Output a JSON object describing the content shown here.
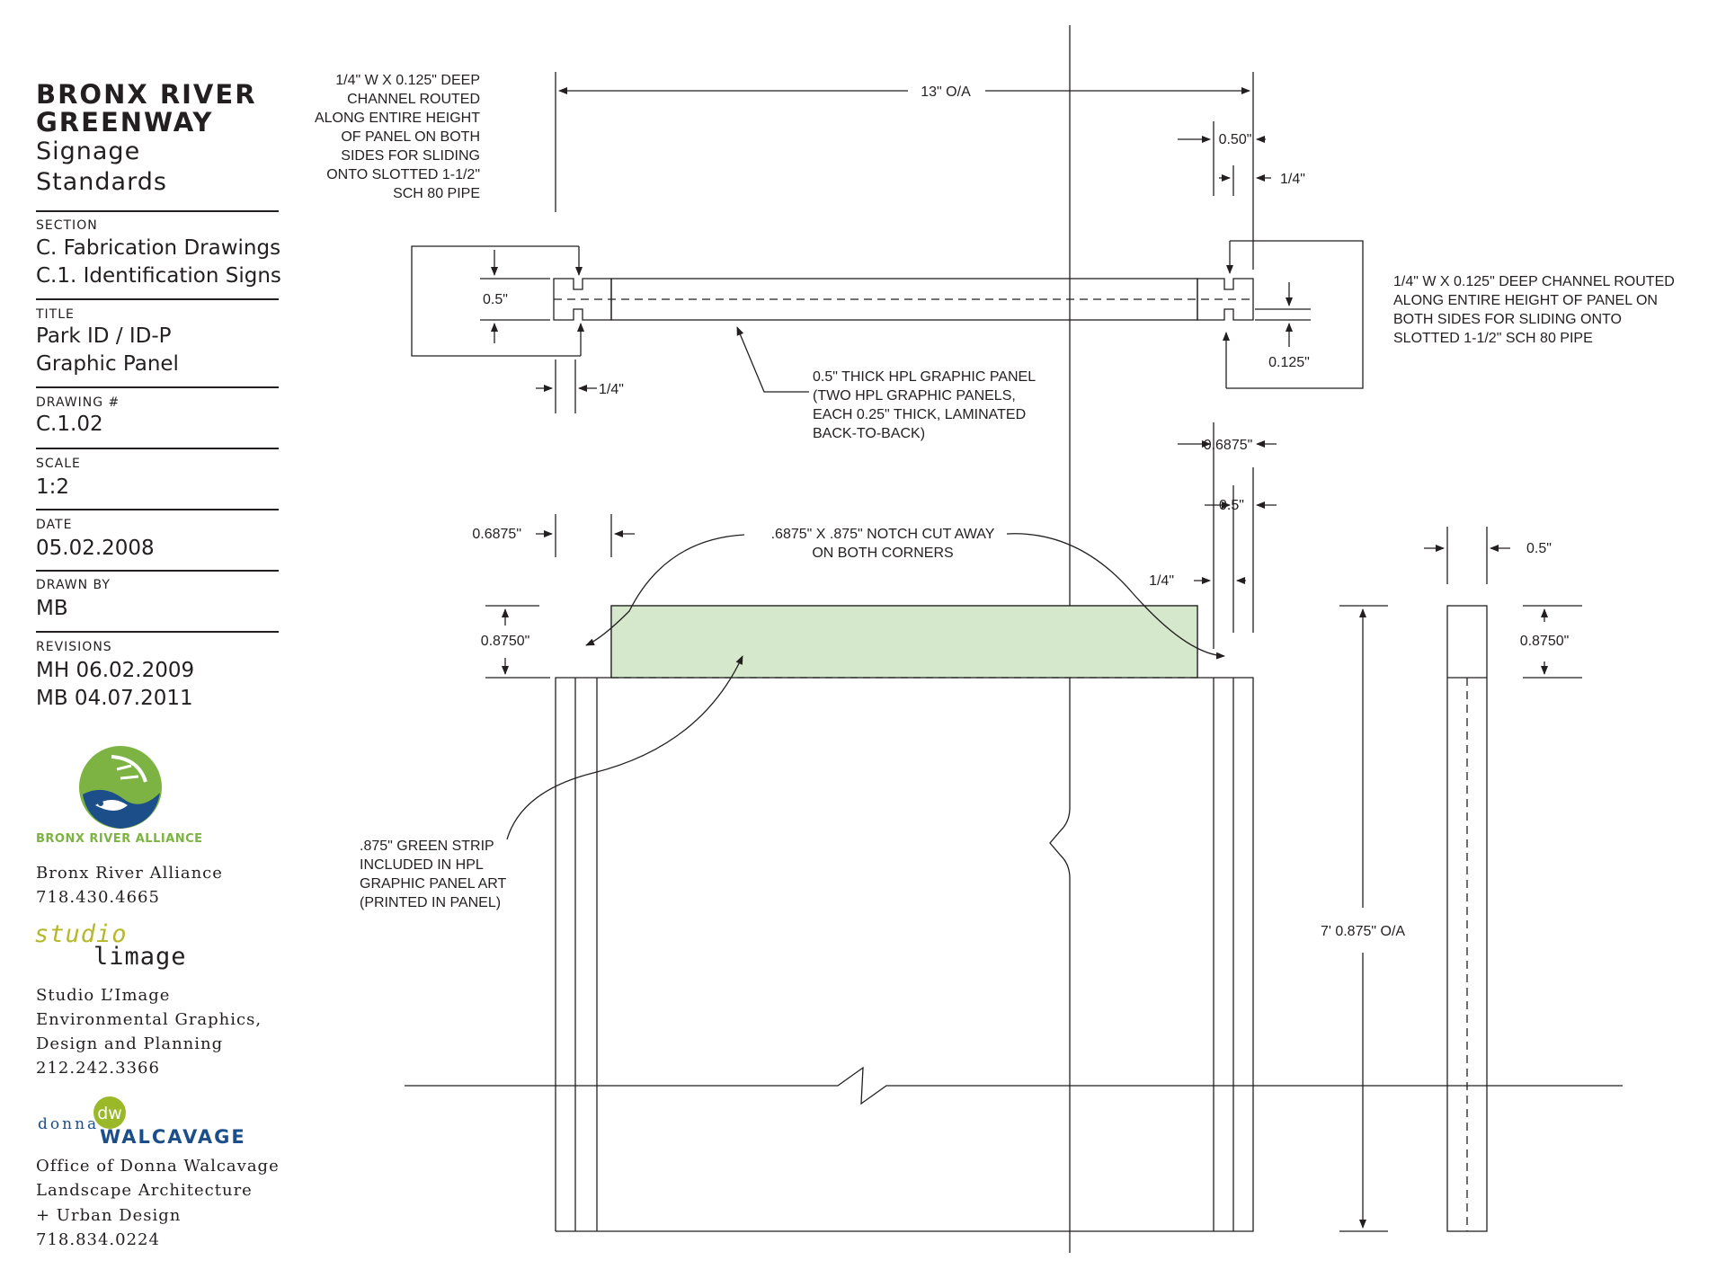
{
  "title_block": {
    "brand_line1": "BRONX RIVER",
    "brand_line2": "GREENWAY",
    "brand_sub": "Signage Standards",
    "section_label": "SECTION",
    "section_line1": "C. Fabrication Drawings",
    "section_line2": "C.1. Identification Signs",
    "title_label": "TITLE",
    "title_line1": "Park ID / ID-P",
    "title_line2": "Graphic Panel",
    "drawing_label": "DRAWING #",
    "drawing_value": "C.1.02",
    "scale_label": "SCALE",
    "scale_value": "1:2",
    "date_label": "DATE",
    "date_value": "05.02.2008",
    "drawnby_label": "DRAWN BY",
    "drawnby_value": "MB",
    "revisions_label": "REVISIONS",
    "revision1": "MH 06.02.2009",
    "revision2": "MB 04.07.2011"
  },
  "credits": {
    "alliance_logo_text": "BRONX RIVER ALLIANCE",
    "alliance_name": "Bronx River Alliance",
    "alliance_phone": "718.430.4665",
    "studio_logo_word1": "studio",
    "studio_logo_word2": "limage",
    "studio_line1": "Studio L’Image",
    "studio_line2": "Environmental Graphics,",
    "studio_line3": "Design and Planning",
    "studio_phone": "212.242.3366",
    "dw_logo_monogram": "dw",
    "dw_logo_word1": "donna",
    "dw_logo_word2": "WALCAVAGE",
    "dw_line1": "Office of Donna Walcavage",
    "dw_line2": "Landscape Architecture",
    "dw_line3": "+ Urban Design",
    "dw_phone": "718.834.0224"
  },
  "annotations": {
    "left_channel_note": [
      "1/4\" W X 0.125\" DEEP",
      "CHANNEL ROUTED",
      "ALONG ENTIRE HEIGHT",
      "OF PANEL ON BOTH",
      "SIDES FOR SLIDING",
      "ONTO SLOTTED 1-1/2\"",
      "SCH 80 PIPE"
    ],
    "overall_width": "13\" O/A",
    "dim_050_top": "0.50\"",
    "dim_quarter_top_right": "1/4\"",
    "right_channel_note": [
      "1/4\" W X 0.125\" DEEP CHANNEL ROUTED",
      "ALONG ENTIRE HEIGHT OF PANEL ON",
      "BOTH SIDES FOR SLIDING ONTO",
      "SLOTTED 1-1/2\" SCH 80 PIPE"
    ],
    "dim_05_left": "0.5\"",
    "dim_0125_right": "0.125\"",
    "dim_quarter_bottom_left": "1/4\"",
    "panel_note": [
      "0.5\" THICK HPL GRAPHIC PANEL",
      "(TWO HPL GRAPHIC PANELS,",
      "EACH 0.25\" THICK, LAMINATED",
      "BACK-TO-BACK)"
    ],
    "dim_06875_right": "0.6875\"",
    "dim_05_right": "0.5\"",
    "dim_06875_left": "0.6875\"",
    "notch_note": [
      ".6875\" X .875\" NOTCH CUT AWAY",
      "ON BOTH CORNERS"
    ],
    "dim_quarter_elev": "1/4\"",
    "dim_05_side": "0.5\"",
    "dim_08750_left": "0.8750\"",
    "dim_08750_right": "0.8750\"",
    "green_strip_note": [
      ".875\" GREEN STRIP",
      "INCLUDED IN HPL",
      "GRAPHIC PANEL ART",
      "(PRINTED IN PANEL)"
    ],
    "overall_height": "7' 0.875\" O/A"
  },
  "colors": {
    "ink": "#231f20",
    "green_strip": "#d5e8cc",
    "alliance_green": "#7cb342",
    "alliance_blue": "#1c4e8a",
    "studio_olive": "#b5b82a"
  }
}
